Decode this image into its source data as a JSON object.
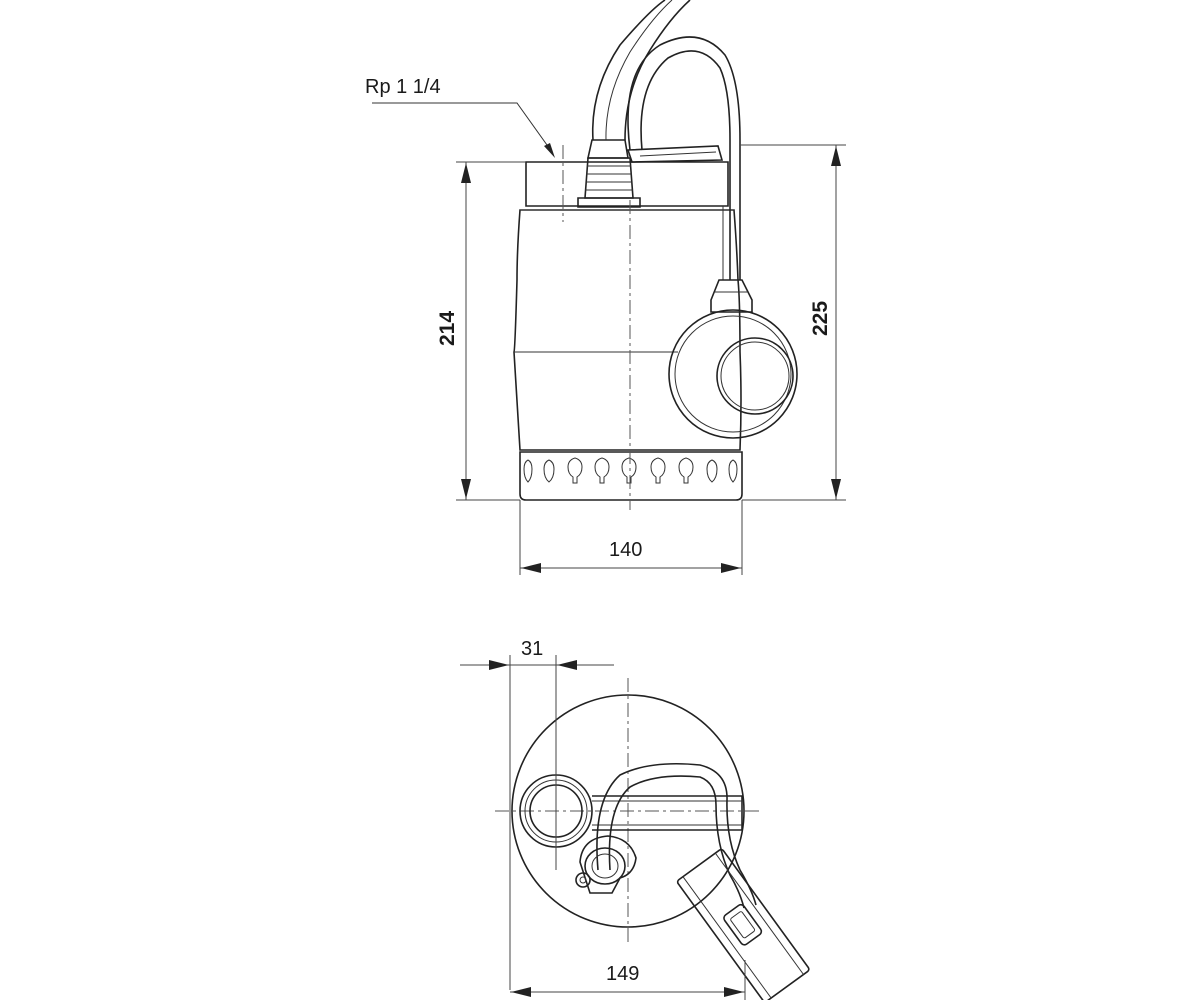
{
  "labels": {
    "thread": "Rp 1 1/4",
    "height_body": "214",
    "height_total": "225",
    "width_side": "140",
    "offset_outlet": "31",
    "width_top": "149"
  },
  "colors": {
    "line": "#222222",
    "background": "#ffffff"
  }
}
